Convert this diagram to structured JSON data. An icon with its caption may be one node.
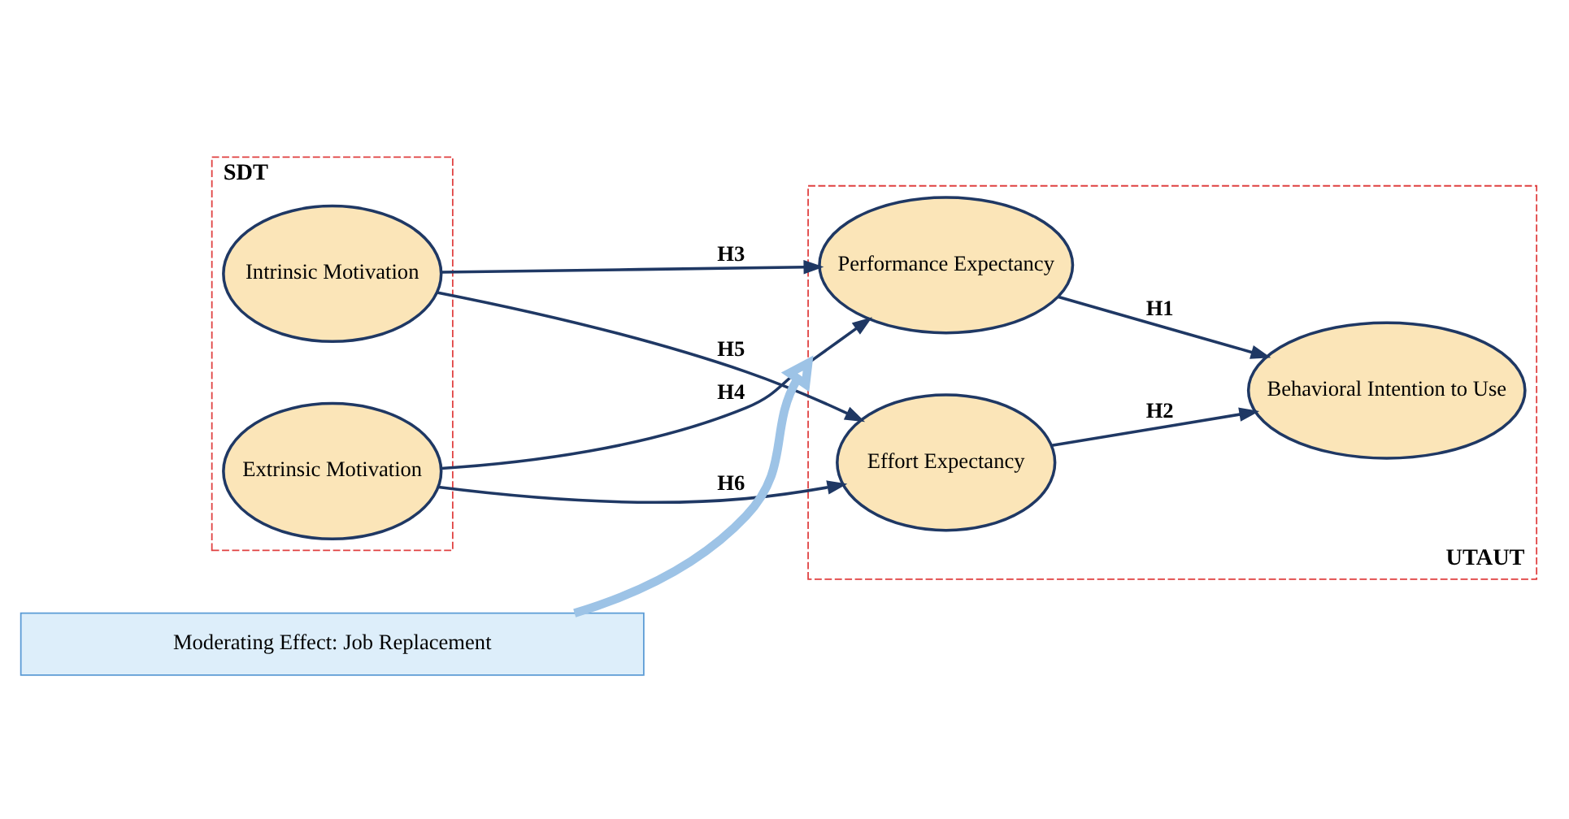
{
  "diagram": {
    "nodes": [
      {
        "text": [
          "SDT"
        ]
      },
      {
        "text": [
          "Intrinsic Motivation"
        ],
        "in": 0
      },
      {
        "text": [
          "Extrinsic Motivation"
        ],
        "in": 0
      },
      {
        "text": [
          "UTAUT"
        ]
      },
      {
        "text": [
          "Performance Expectancy"
        ],
        "in": 3
      },
      {
        "text": [
          "Effort Expectancy"
        ],
        "in": 3
      },
      {
        "text": [
          "Behavioral Intention to Use"
        ],
        "in": 3
      },
      {
        "text": [
          "Moderating Effect: Job Replacement"
        ]
      }
    ],
    "edges": [
      {
        "from": 1,
        "to": 4,
        "arrow": "to",
        "label": "H3"
      },
      {
        "from": 1,
        "to": 5,
        "arrow": "to",
        "label": "H5"
      },
      {
        "from": 2,
        "to": 4,
        "arrow": "to",
        "label": "H4"
      },
      {
        "from": 2,
        "to": 5,
        "arrow": "to",
        "label": "H6"
      },
      {
        "from": 4,
        "to": 6,
        "arrow": "to",
        "label": "H1"
      },
      {
        "from": 5,
        "to": 6,
        "arrow": "to",
        "label": "H2"
      },
      {
        "from": 7,
        "to": 3,
        "arrow": "to",
        "style": "thick",
        "color": "#9dc3e6"
      }
    ]
  }
}
